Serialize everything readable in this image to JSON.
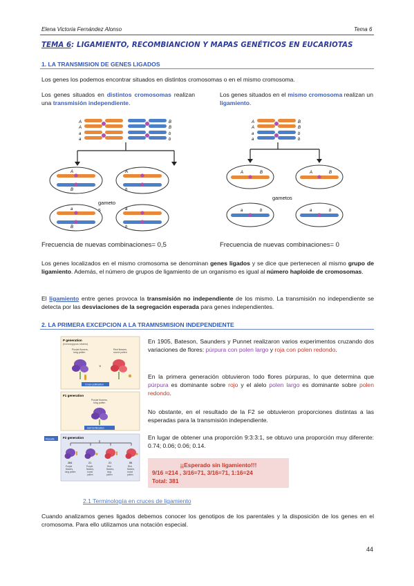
{
  "header": {
    "author": "Elena Victoria Fernández Alonso",
    "topic": "Tema 6"
  },
  "title": {
    "prefix": "TEMA 6",
    "rest": ": LIGAMIENTO, RECOMBIANCION Y MAPAS GENÉTICOS EN EUCARIOTAS"
  },
  "s1": {
    "heading": "1. LA TRANSMISION DE GENES LIGADOS",
    "intro": "Los genes los podemos encontrar situados en distintos cromosomas o en el mismo cromosoma.",
    "left": {
      "t1": "Los genes situados en ",
      "k1": "distintos cromosomas",
      "t2": " realizan una ",
      "k2": "transmisión independiente",
      "t3": "."
    },
    "right": {
      "t1": "Los genes situados en el ",
      "k1": "mismo cromosoma",
      "t2": " realizan un ",
      "k2": "ligamiento",
      "t3": "."
    },
    "diagram": {
      "gametes_label": "gameto\ns",
      "gametes_label_right": "gametos",
      "freq_left": "Frecuencia de nuevas combinaciones= 0,5",
      "freq_right": "Frecuencia de nuevas combinaciones= 0",
      "allele_A": "A",
      "allele_a": "a",
      "allele_B": "B",
      "allele_b": "b"
    },
    "para2": {
      "t1": "Los genes localizados en el mismo cromosoma se denominan ",
      "b1": "genes ligados",
      "t2": " y se dice que pertenecen al mismo ",
      "b2": "grupo de ligamiento",
      "t3": ". Además, el número de grupos de ligamiento de un organismo es igual al ",
      "b3": "número haploide de cromosomas",
      "t4": "."
    },
    "para3": {
      "t1": "El ",
      "k1": "ligamiento",
      "t2": " entre genes provoca la ",
      "b1": "transmisión no independiente",
      "t3": " de los mismo. La transmisión no independiente se detecta por las ",
      "b2": "desviaciones de la segregación esperada",
      "t4": " para genes independientes."
    }
  },
  "s2": {
    "heading": "2. LA PRIMERA EXCEPCION A LA TRAMNSMISION INDEPENDIENTE",
    "p1": {
      "t1": "En 1905, Bateson, Saunders y Punnet realizaron varios experimentos cruzando dos variaciones de flores: ",
      "k1": "púrpura con polen largo",
      "t2": " y ",
      "k2": "roja con polen redondo",
      "t3": "."
    },
    "p2": {
      "t1": "En la primera generación obtuvieron todo flores púrpuras, lo que determina que ",
      "k1": "púrpura",
      "t2": " es dominante sobre ",
      "k2": "rojo",
      "t3": " y el alelo ",
      "k3": "polen largo",
      "t4": " es dominante sobre ",
      "k4": "polen redondo",
      "t5": "."
    },
    "p3": "No obstante, en el resultado de la F2 se obtuvieron proporciones distintas a las esperadas para la transmisión independiente.",
    "p4": "En lugar de obtener una proporción 9:3:3:1, se obtuvo una proporción muy diferente: 0.74; 0.06; 0.06; 0.14.",
    "box": {
      "l1": "¡¡Esperado sin ligamiento!!!",
      "l2": "9/16 =214 , 3/16=71, 3/16=71, 1:16=24",
      "l3": "Total: 381"
    },
    "figure": {
      "p_generation": "P generation",
      "p_sub": "(homozygous strains)",
      "purple_label": "Purple flowers,\nlong pollen",
      "red_label": "Red flowers,\nround pollen",
      "f1": "F1 generation",
      "f1_label": "Purple flowers,\nlong pollen",
      "selfing": "Self-fertilization",
      "f2": "F2 generation",
      "cross": "Cross-pollination",
      "results_tag": "Results",
      "counts": [
        "284",
        "21",
        "21",
        "55"
      ],
      "count_labels": [
        "Purple\nflowers,\nlong pollen",
        "Purple\nflowers,\nround\npollen",
        "Red\nflowers,\nlong\npollen",
        "Red\nflowers,\nround\npollen"
      ]
    },
    "subheading": "2.1 Terminología en cruces de ligamiento",
    "final": "Cuando analizamos genes ligados debemos conocer los genotipos de los parentales y la disposición de los genes en el cromosoma. Para ello utilizamos una notación especial."
  },
  "page_number": "44"
}
